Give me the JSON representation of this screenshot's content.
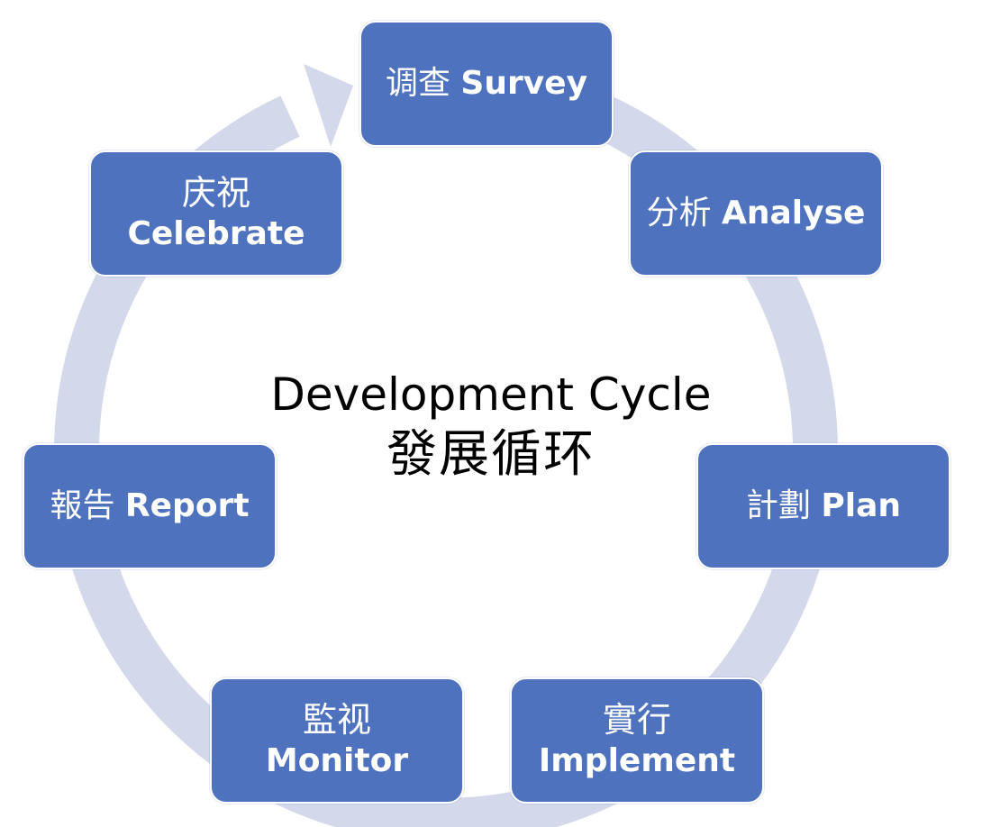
{
  "center": {
    "title_en": "Development Cycle",
    "title_zh": "發展循环"
  },
  "steps": [
    {
      "id": "survey",
      "zh": "调查",
      "en": "Survey",
      "layout": "inline"
    },
    {
      "id": "analyse",
      "zh": "分析",
      "en": "Analyse",
      "layout": "inline"
    },
    {
      "id": "plan",
      "zh": "計劃",
      "en": "Plan",
      "layout": "inline"
    },
    {
      "id": "implement",
      "zh": "實行",
      "en": "Implement",
      "layout": "stacked"
    },
    {
      "id": "monitor",
      "zh": "監视",
      "en": "Monitor",
      "layout": "stacked"
    },
    {
      "id": "report",
      "zh": "報告",
      "en": "Report",
      "layout": "inline"
    },
    {
      "id": "celebrate",
      "zh": "庆祝",
      "en": "Celebrate",
      "layout": "stacked"
    }
  ],
  "colors": {
    "box_fill": "#4f72be",
    "ring": "#d3d8ea",
    "text_on_box": "#ffffff",
    "center_text": "#000000"
  },
  "icons": {
    "ring": "circular-arrow-icon"
  }
}
